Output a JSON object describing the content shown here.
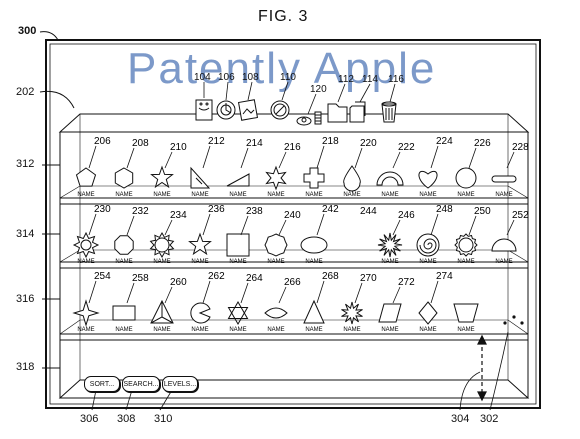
{
  "figure": {
    "title": "FIG. 3",
    "watermark": "Patently Apple"
  },
  "refs": {
    "device": "300",
    "desktop": "202",
    "shelf1": "312",
    "shelf2": "314",
    "shelf3": "316",
    "shelf4": "318",
    "sort": "306",
    "search": "308",
    "levels": "310",
    "arrow": "304",
    "dots": "302",
    "dock": [
      "104",
      "106",
      "108",
      "110",
      "120",
      "112",
      "114",
      "116"
    ]
  },
  "buttons": {
    "sort": "SORT...",
    "search": "SEARCH...",
    "levels": "LEVELS..."
  },
  "name_label": "NAME",
  "shelves": [
    {
      "items": [
        {
          "ref": "206",
          "shape": "pentagon-icon"
        },
        {
          "ref": "208",
          "shape": "hexagon-icon"
        },
        {
          "ref": "210",
          "shape": "star-icon"
        },
        {
          "ref": "212",
          "shape": "right-triangle-icon"
        },
        {
          "ref": "214",
          "shape": "wedge-icon"
        },
        {
          "ref": "216",
          "shape": "star6-icon"
        },
        {
          "ref": "218",
          "shape": "cross-icon"
        },
        {
          "ref": "220",
          "shape": "drop-icon"
        },
        {
          "ref": "222",
          "shape": "arch-icon"
        },
        {
          "ref": "224",
          "shape": "heart-icon"
        },
        {
          "ref": "226",
          "shape": "circle-icon"
        },
        {
          "ref": "228",
          "shape": "capsule-icon"
        }
      ]
    },
    {
      "items": [
        {
          "ref": "230",
          "shape": "burst-icon"
        },
        {
          "ref": "232",
          "shape": "octagon-icon"
        },
        {
          "ref": "234",
          "shape": "sun-icon"
        },
        {
          "ref": "236",
          "shape": "star-icon"
        },
        {
          "ref": "238",
          "shape": "square-icon"
        },
        {
          "ref": "240",
          "shape": "scallop-icon"
        },
        {
          "ref": "242",
          "shape": "ellipse-icon"
        },
        {
          "ref": "244",
          "shape": "none"
        },
        {
          "ref": "246",
          "shape": "explosion-icon"
        },
        {
          "ref": "248",
          "shape": "spiral-icon"
        },
        {
          "ref": "250",
          "shape": "gear-icon"
        },
        {
          "ref": "252",
          "shape": "dome-icon"
        }
      ]
    },
    {
      "items": [
        {
          "ref": "254",
          "shape": "star4-icon"
        },
        {
          "ref": "258",
          "shape": "rectangle-icon"
        },
        {
          "ref": "260",
          "shape": "pyramid-icon"
        },
        {
          "ref": "262",
          "shape": "pacman-icon"
        },
        {
          "ref": "264",
          "shape": "star-of-david-icon"
        },
        {
          "ref": "266",
          "shape": "lens-icon"
        },
        {
          "ref": "268",
          "shape": "triangle-icon"
        },
        {
          "ref": "270",
          "shape": "starburst-icon"
        },
        {
          "ref": "272",
          "shape": "parallelogram-icon"
        },
        {
          "ref": "274",
          "shape": "diamond-icon"
        },
        {
          "ref": "",
          "shape": "trapezoid-icon"
        }
      ]
    }
  ]
}
